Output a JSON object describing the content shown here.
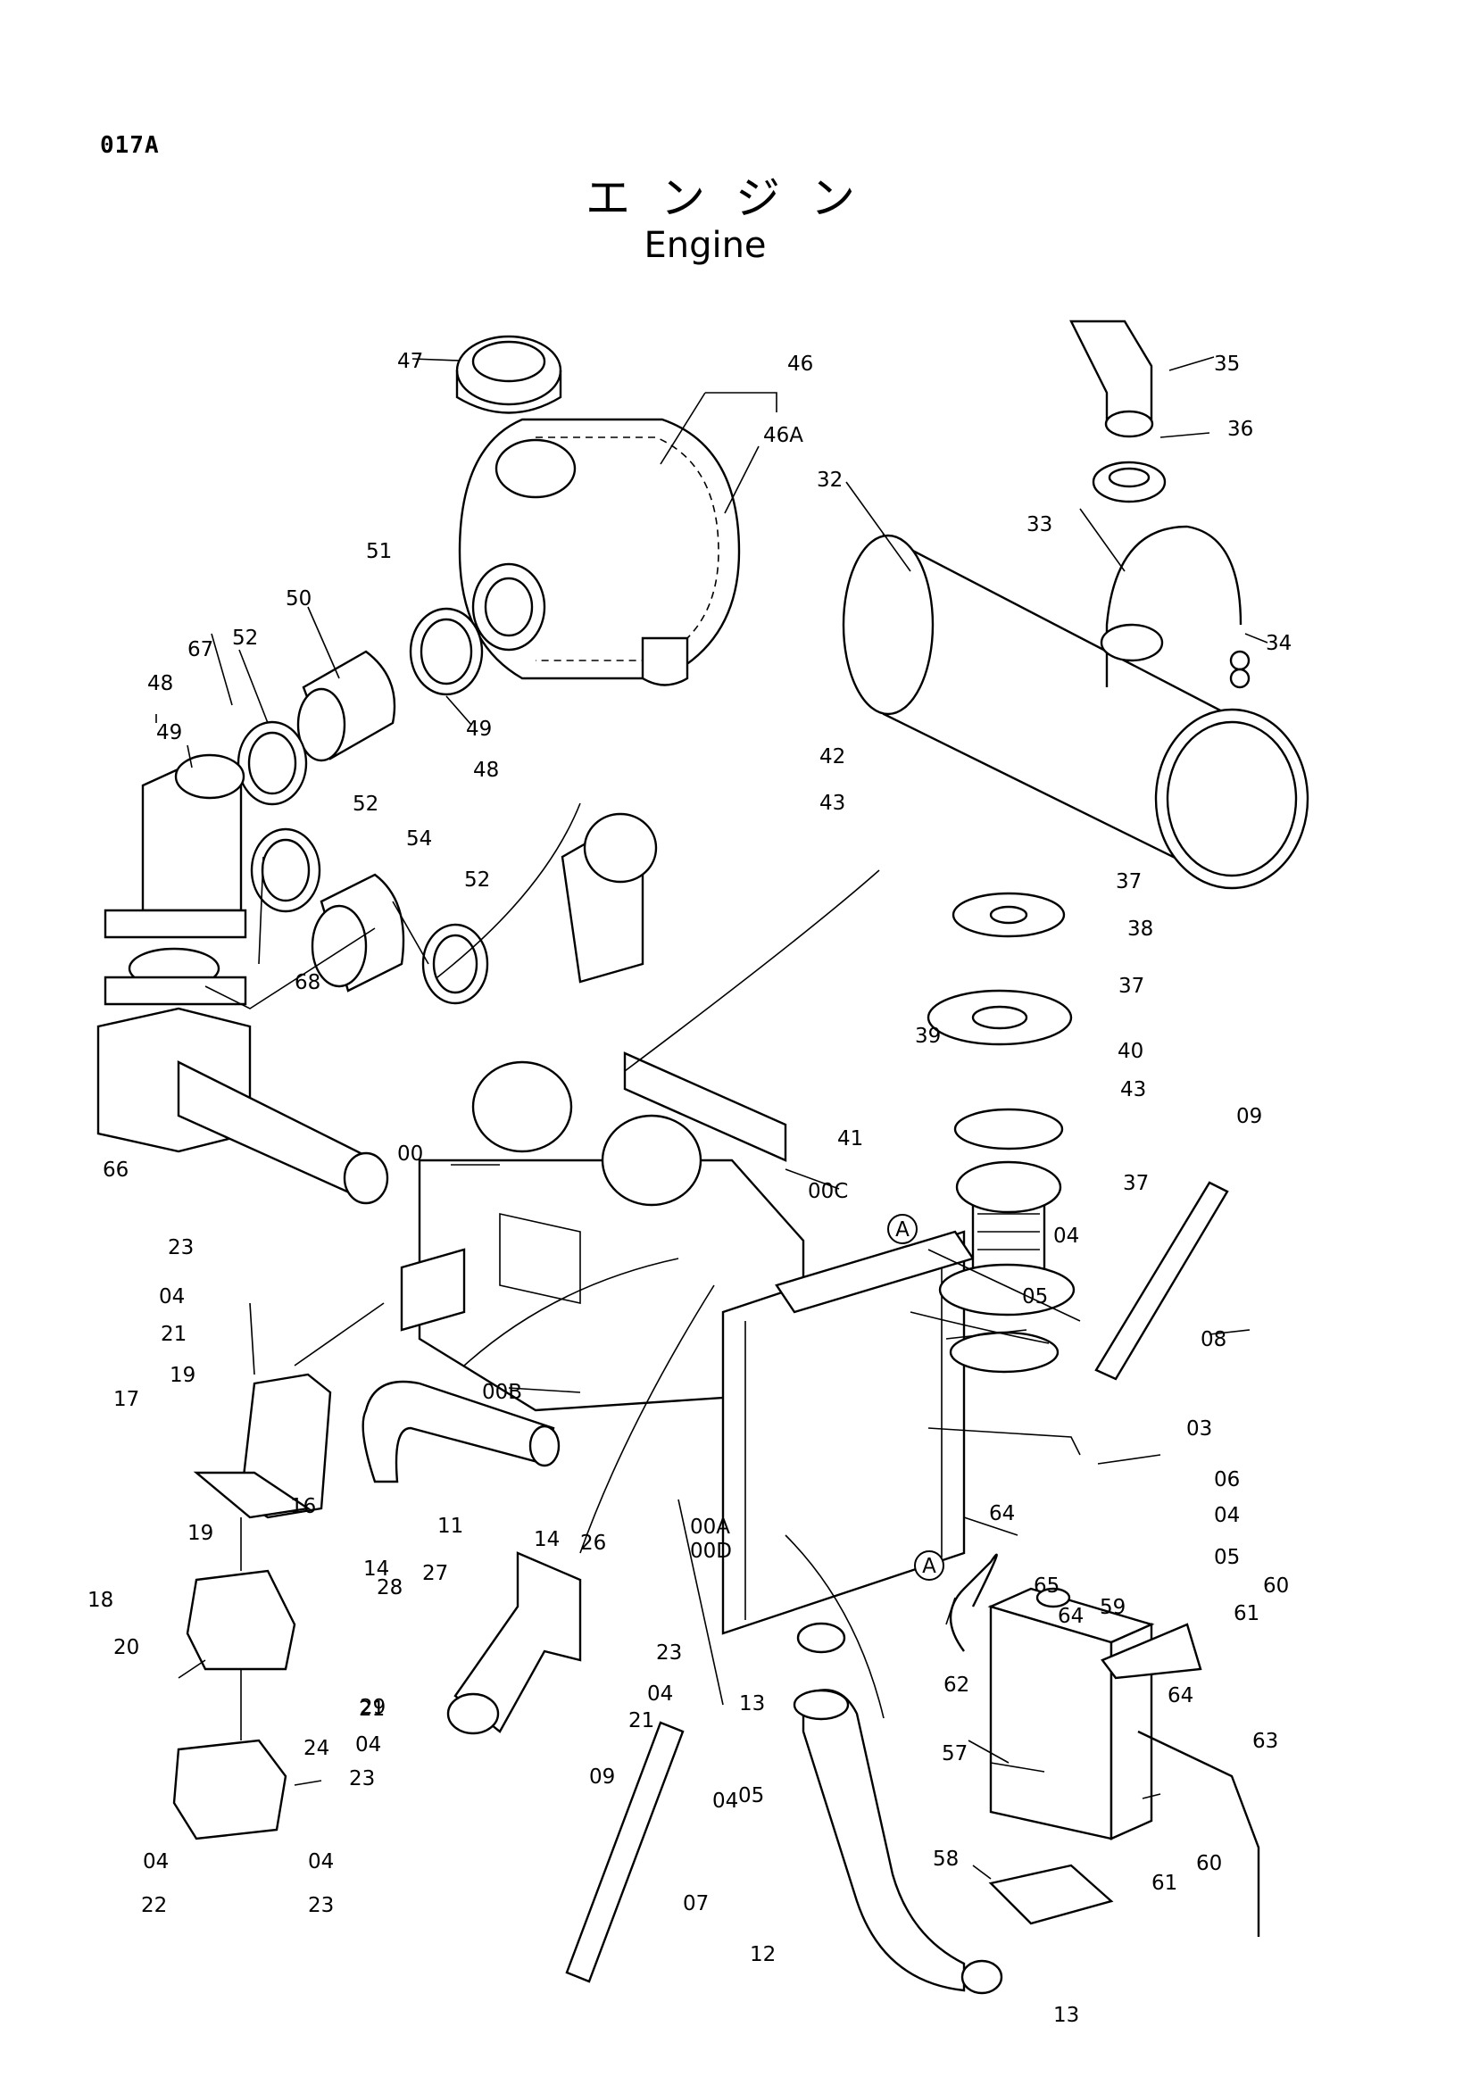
{
  "header": {
    "code": "017A",
    "title_jp": "エンジン",
    "title_en": "Engine"
  },
  "callout_circle_label": "A",
  "part_labels": [
    "47",
    "46",
    "46A",
    "51",
    "50",
    "67",
    "52",
    "48",
    "49",
    "49",
    "48",
    "52",
    "54",
    "52",
    "68",
    "66",
    "00",
    "00C",
    "00B",
    "00A",
    "00D",
    "32",
    "35",
    "36",
    "33",
    "34",
    "42",
    "43",
    "37",
    "38",
    "37",
    "39",
    "40",
    "43",
    "41",
    "37",
    "09",
    "04",
    "05",
    "08",
    "23",
    "04",
    "21",
    "19",
    "17",
    "16",
    "19",
    "18",
    "20",
    "24",
    "04",
    "04",
    "22",
    "23",
    "11",
    "14",
    "14",
    "28",
    "27",
    "26",
    "23",
    "04",
    "21",
    "29",
    "21",
    "04",
    "23",
    "13",
    "09",
    "04",
    "05",
    "07",
    "12",
    "13",
    "03",
    "06",
    "04",
    "05",
    "64",
    "65",
    "64",
    "59",
    "61",
    "60",
    "62",
    "64",
    "57",
    "63",
    "58",
    "61",
    "60"
  ]
}
